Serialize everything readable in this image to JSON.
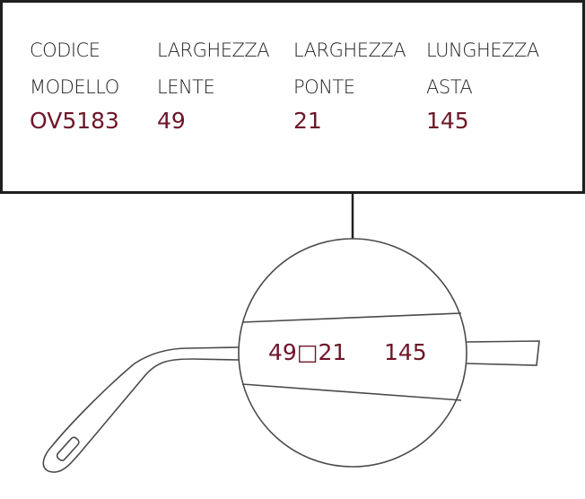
{
  "specs": {
    "columns": [
      {
        "label_line1": "CODICE",
        "label_line2": "MODELLO",
        "value": "OV5183"
      },
      {
        "label_line1": "LARGHEZZA",
        "label_line2": "LENTE",
        "value": "49"
      },
      {
        "label_line1": "LARGHEZZA",
        "label_line2": "PONTE",
        "value": "21"
      },
      {
        "label_line1": "LUNGHEZZA",
        "label_line2": "ASTA",
        "value": "145"
      }
    ]
  },
  "engraving": {
    "lens_width": "49",
    "separator_symbol": "□",
    "bridge_width": "21",
    "temple_length": "145"
  },
  "colors": {
    "accent": "#6e1628",
    "text": "#1f1f1f",
    "line": "#4a4a4a"
  }
}
